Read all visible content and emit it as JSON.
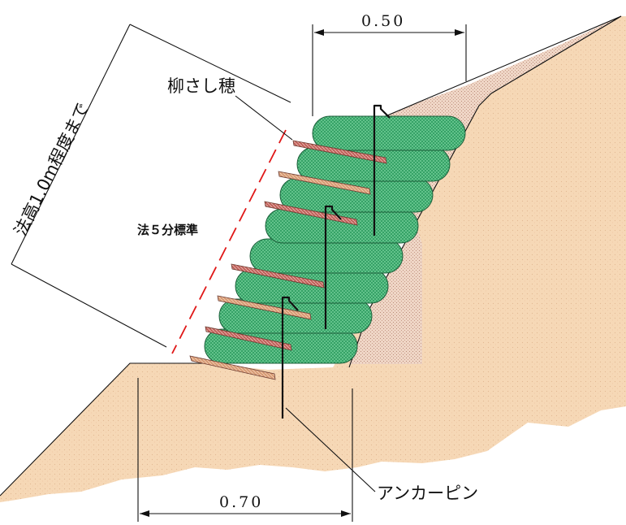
{
  "labels": {
    "top_width": "0.50",
    "bottom_width": "0.70",
    "willow": "柳さし穂",
    "slope_height": "法高1.0m程度まで",
    "slope_standard": "法５分標準",
    "anchor_pin": "アンカーピン"
  },
  "colors": {
    "soil": "#f6d8b6",
    "backfill": "#e7c8b3",
    "bag": "#2f9e62",
    "cutting_light": "#d79a74",
    "cutting_dark": "#b5544a",
    "guide_dash": "#e01818"
  }
}
